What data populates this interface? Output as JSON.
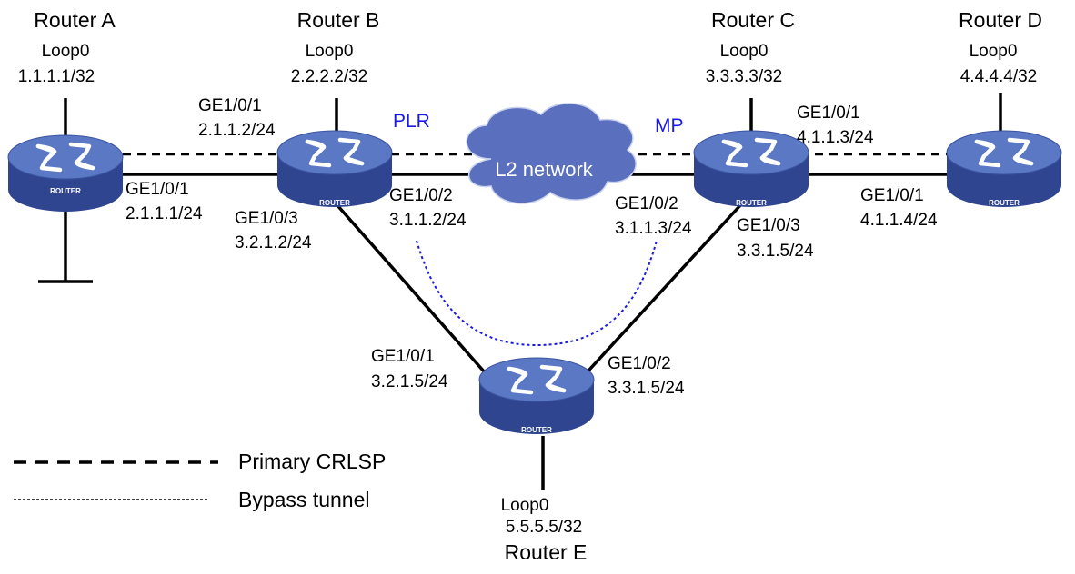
{
  "routers": {
    "a": {
      "name": "Router A",
      "loop_label": "Loop0",
      "loop_ip": "1.1.1.1/32"
    },
    "b": {
      "name": "Router B",
      "loop_label": "Loop0",
      "loop_ip": "2.2.2.2/32"
    },
    "c": {
      "name": "Router C",
      "loop_label": "Loop0",
      "loop_ip": "3.3.3.3/32"
    },
    "d": {
      "name": "Router D",
      "loop_label": "Loop0",
      "loop_ip": "4.4.4.4/32"
    },
    "e": {
      "name": "Router E",
      "loop_label": "Loop0",
      "loop_ip": "5.5.5.5/32"
    }
  },
  "device_text": "ROUTER",
  "roles": {
    "plr": "PLR",
    "mp": "MP"
  },
  "cloud": {
    "label": "L2 network"
  },
  "interfaces": {
    "a_ge1": {
      "port": "GE1/0/1",
      "ip": "2.1.1.1/24"
    },
    "b_ge1": {
      "port": "GE1/0/1",
      "ip": "2.1.1.2/24"
    },
    "b_ge2": {
      "port": "GE1/0/2",
      "ip": "3.1.1.2/24"
    },
    "b_ge3": {
      "port": "GE1/0/3",
      "ip": "3.2.1.2/24"
    },
    "c_ge1": {
      "port": "GE1/0/1",
      "ip": "4.1.1.3/24"
    },
    "c_ge2": {
      "port": "GE1/0/2",
      "ip": "3.1.1.3/24"
    },
    "c_ge3": {
      "port": "GE1/0/3",
      "ip": "3.3.1.5/24"
    },
    "d_ge1": {
      "port": "GE1/0/1",
      "ip": "4.1.1.4/24"
    },
    "e_ge1": {
      "port": "GE1/0/1",
      "ip": "3.2.1.5/24"
    },
    "e_ge2": {
      "port": "GE1/0/2",
      "ip": "3.3.1.5/24"
    }
  },
  "legend": {
    "primary": "Primary CRLSP",
    "bypass": "Bypass tunnel"
  },
  "colors": {
    "router_top": "#5b78c4",
    "router_side": "#2f4590",
    "cloud_fill": "#5a6fbe",
    "label_accent": "#1a1ae6",
    "bypass_line": "#1a1ae6"
  }
}
